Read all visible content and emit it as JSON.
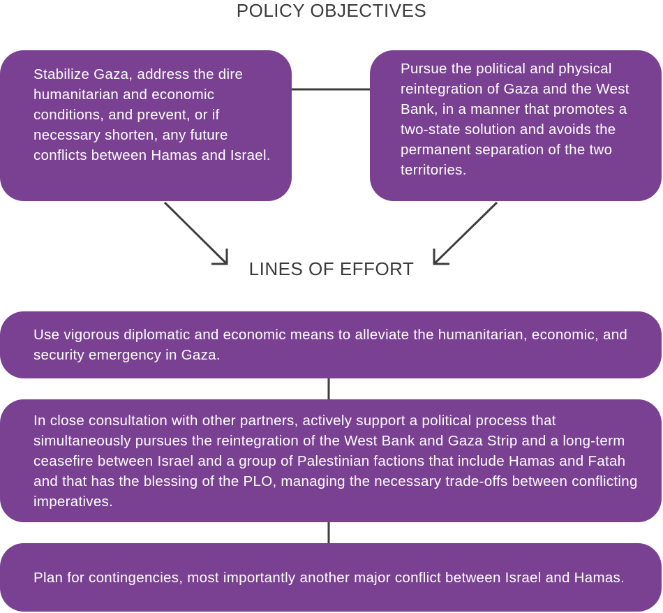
{
  "policy_objectives": {
    "title": "POLICY OBJECTIVES",
    "items": [
      "Stabilize Gaza, address the dire humanitarian and economic conditions, and prevent, or if necessary shorten, any future conflicts between Hamas and Israel.",
      "Pursue the political and physical reintegration of Gaza and the West Bank, in a manner that promotes a two-state solution and avoids the permanent separation of the two territories."
    ]
  },
  "lines_of_effort": {
    "title": "LINES OF EFFORT",
    "items": [
      "Use vigorous diplomatic and economic means to alleviate the humanitarian, economic, and security emergency in Gaza.",
      "In close consultation with other partners, actively support a political process that simultaneously pursues the reintegration of the West Bank and Gaza Strip and a long-term ceasefire between Israel and a group of Palestinian factions that include Hamas and Fatah and that has the blessing of the PLO, managing the necessary trade-offs between conflicting imperatives.",
      "Plan for contingencies, most importantly another major conflict between Israel and Hamas."
    ]
  },
  "colors": {
    "box_fill": "#7a4193",
    "box_text": "#ffffff",
    "heading_text": "#3a3a3a",
    "connector": "#3d3d3d"
  }
}
